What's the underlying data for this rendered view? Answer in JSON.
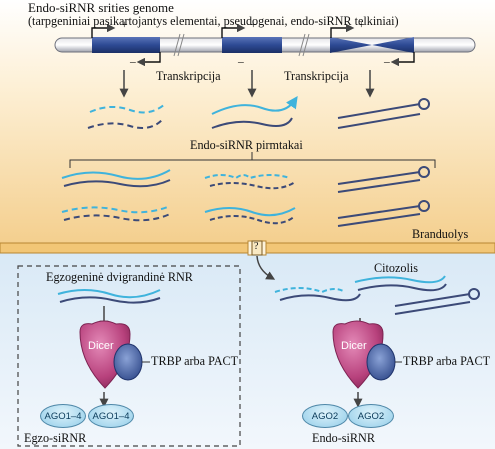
{
  "title_line1": "Endo-siRNR srities genome",
  "title_line2": "(tarpgeniniai pasikartojantys elementai, pseudogenai, endo-siRNR telkiniai)",
  "transcription_1": "Transkripcija",
  "transcription_2": "Transkripcija",
  "precursors": "Endo-siRNR pirmtakai",
  "nucleus": "Branduolys",
  "cytosol": "Citozolis",
  "exo_rna": "Egzogeninė dvigrandinė RNR",
  "dicer_left": "Dicer",
  "dicer_right": "Dicer",
  "cofactor_left": "TRBP arba PACT",
  "cofactor_right": "TRBP arba  PACT",
  "ago_left": [
    "AGO1–4",
    "AGO1–4"
  ],
  "ago_right": [
    "AGO2",
    "AGO2"
  ],
  "label_exo": "Egzo-siRNR",
  "label_endo": "Endo-siRNR",
  "strand_plus": "+",
  "strand_minus": "–",
  "pore_mark": "?",
  "colors": {
    "nucleus_bg_top": "#fdf3dc",
    "nucleus_bg_bottom": "#f6d69b",
    "cytosol_bg": "#e7f1fa",
    "membrane": "#e9b45a",
    "chromosome_gene": "#2d4a94",
    "rna_cyan": "#3fb3dc",
    "rna_dark": "#3c4a78",
    "dicer": "#b8427d",
    "cofactor": "#3d5a9c"
  }
}
